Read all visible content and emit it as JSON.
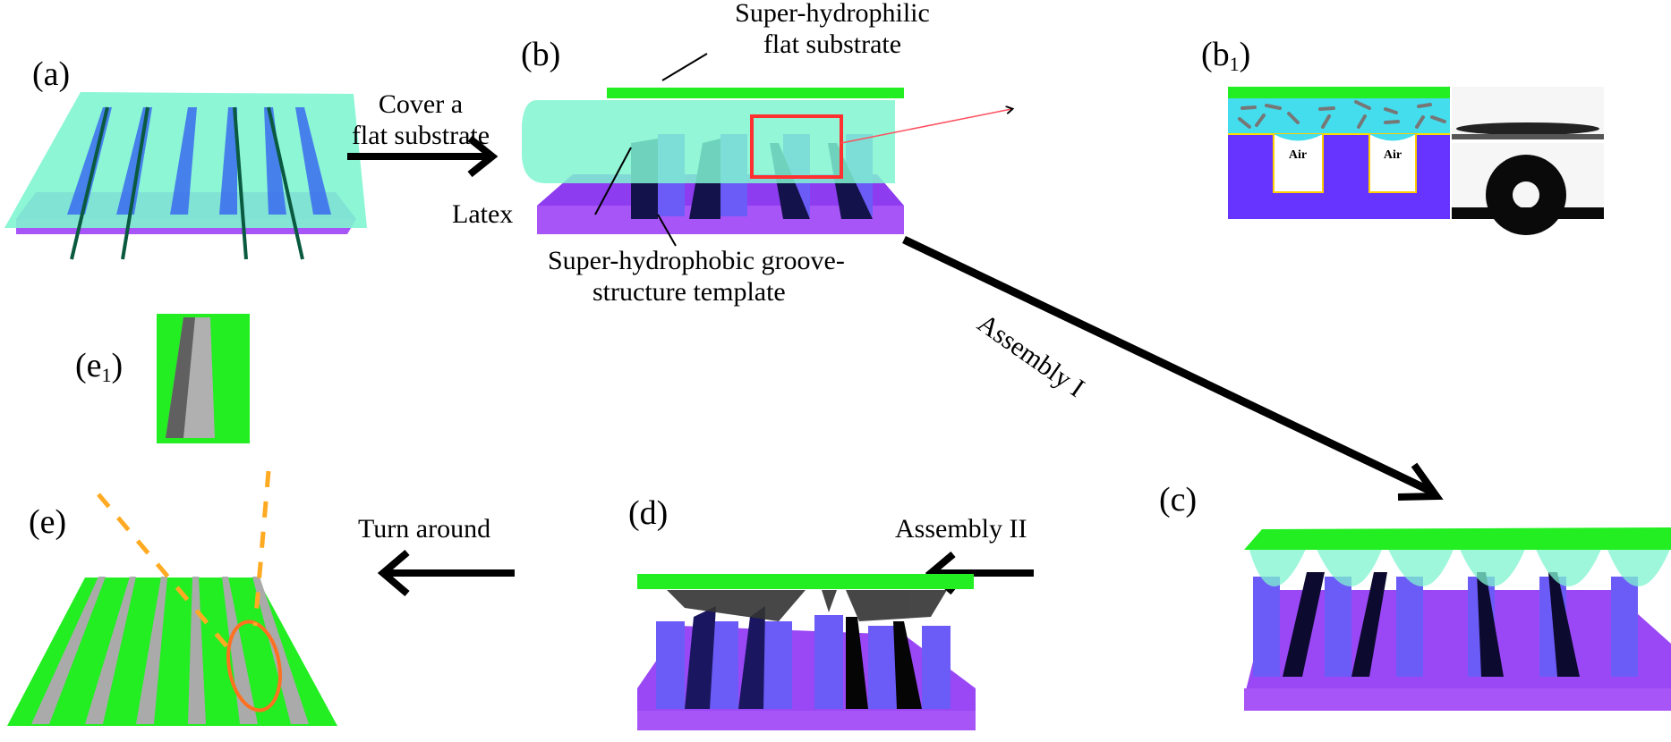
{
  "panels": {
    "a": {
      "label": "(a)"
    },
    "b": {
      "label": "(b)"
    },
    "b1": {
      "label_main": "(b",
      "label_sub": "1",
      "label_close": ")",
      "air_left": "Air",
      "air_right": "Air"
    },
    "c": {
      "label": "(c)"
    },
    "d": {
      "label": "(d)"
    },
    "e": {
      "label": "(e)"
    },
    "e1": {
      "label_main": "(e",
      "label_sub": "1",
      "label_close": ")"
    }
  },
  "annotations": {
    "cover_line1": "Cover a",
    "cover_line2": "flat substrate",
    "hydrophilic_line1": "Super-hydrophilic",
    "hydrophilic_line2": "flat substrate",
    "latex": "Latex",
    "hydrophobic_line1": "Super-hydrophobic groove-",
    "hydrophobic_line2": "structure template",
    "assembly_1": "Assembly I",
    "assembly_2": "Assembly II",
    "turn_around": "Turn around"
  },
  "colors": {
    "substrate_green": "#22ee22",
    "latex_cyan": "#7ff5d0",
    "template_purple": "#a050f0",
    "ridge_blue": "#6a5cf5",
    "highlight_red": "#ff3030",
    "highlight_orange": "#ff7020",
    "dash_orange": "#ffaa22"
  }
}
